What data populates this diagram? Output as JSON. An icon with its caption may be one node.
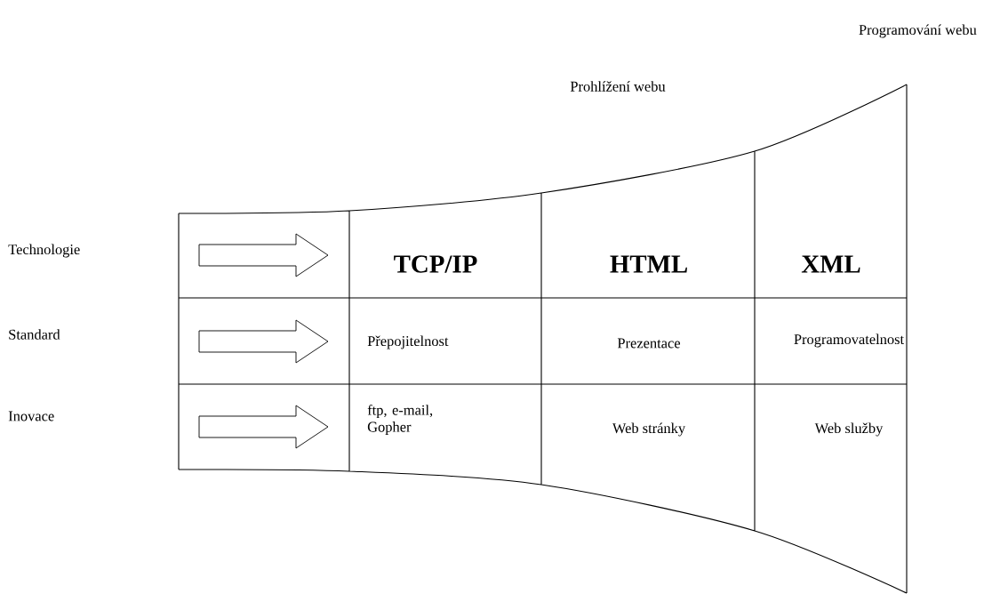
{
  "diagram": {
    "labels": [
      "Programování webu",
      "Prohlížení webu",
      "Technologie",
      "TCP/IP",
      "HTML",
      "XML",
      "Standard",
      "Přepojitelnost",
      "Prezentace",
      "Programovatelnost",
      "Inovace",
      "ftp, e-mail, Gopher",
      "Web stránky",
      "Web služby"
    ]
  }
}
